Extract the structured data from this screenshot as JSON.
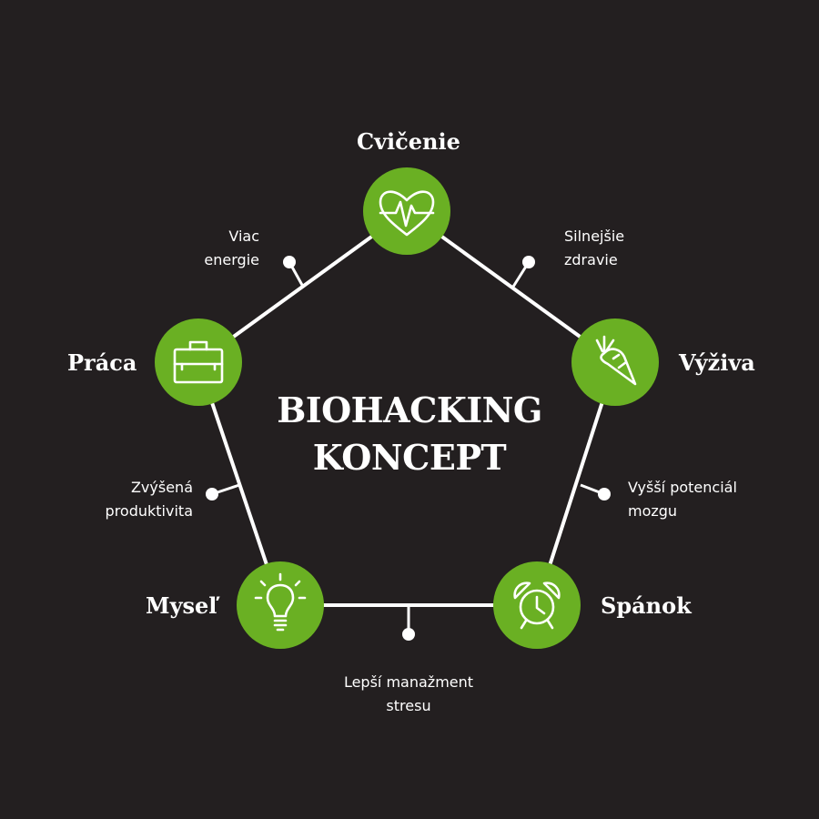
{
  "title": {
    "line1": "BIOHACKING",
    "line2": "KONCEPT"
  },
  "nodes": [
    {
      "id": "cvicenie",
      "label": "Cvičenie",
      "icon": "heart-pulse-icon"
    },
    {
      "id": "vyziva",
      "label": "Výživa",
      "icon": "carrot-icon"
    },
    {
      "id": "spanok",
      "label": "Spánok",
      "icon": "alarm-clock-icon"
    },
    {
      "id": "mysel",
      "label": "Myseľ",
      "icon": "lightbulb-icon"
    },
    {
      "id": "praca",
      "label": "Práca",
      "icon": "briefcase-icon"
    }
  ],
  "edges": [
    {
      "from": "praca",
      "to": "cvicenie",
      "label_lines": [
        "Viac",
        "energie"
      ]
    },
    {
      "from": "cvicenie",
      "to": "vyziva",
      "label_lines": [
        "Silnejšie",
        "zdravie"
      ]
    },
    {
      "from": "vyziva",
      "to": "spanok",
      "label_lines": [
        "Vyšší potenciál",
        "mozgu"
      ]
    },
    {
      "from": "spanok",
      "to": "mysel",
      "label_lines": [
        "Lepší manažment",
        "stresu"
      ]
    },
    {
      "from": "mysel",
      "to": "praca",
      "label_lines": [
        "Zvýšená",
        "produktivita"
      ]
    }
  ],
  "colors": {
    "background": "#231f20",
    "node_fill": "#6ab023",
    "line": "#ffffff",
    "text": "#ffffff"
  }
}
